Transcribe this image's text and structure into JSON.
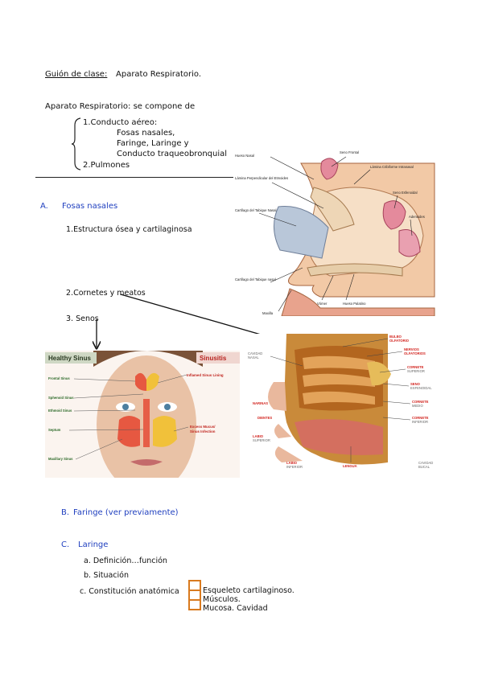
{
  "header": {
    "title_label": "Guión de clase:",
    "title_text": "Aparato Respiratorio."
  },
  "intro": {
    "lead": "Aparato Respiratorio: se compone de",
    "item1": "1.Conducto aéreo:",
    "sub1": "Fosas nasales,",
    "sub2": "Faringe, Laringe y",
    "sub3": "Conducto traqueobronquial",
    "item2": "2.Pulmones"
  },
  "sectionA": {
    "letter": "A.",
    "title": "Fosas nasales",
    "point1": "1.Estructura ósea y cartilaginosa",
    "point2": "2.Cornetes y meatos",
    "point3": "3. Senos"
  },
  "figure_nasal_septum": {
    "labels": [
      "Hueso Nasal",
      "Seno Frontal",
      "Lámina Cribiforme Intranasal",
      "Lámina Perpendicular del Etmoides",
      "Seno Esfenoidal",
      "Cartílago del Tabique Nasal",
      "Adenoides",
      "Cartílago del Tabique nasal",
      "Vómer",
      "Hueso Palatino",
      "Maxilla"
    ]
  },
  "figure_sinus": {
    "left_title": "Healthy Sinus",
    "right_title": "Sinusitis",
    "left_labels": [
      "Frontal Sinus",
      "Sphenoid Sinus",
      "Ethmoid Sinus",
      "Septum",
      "Maxillary Sinus"
    ],
    "right_labels": [
      "Inflamed Sinus Lining",
      "Excess Mucus/",
      "Sinus Infection"
    ]
  },
  "figure_cavity": {
    "labels": [
      "BULBO",
      "OLFATORIO",
      "NERVIOS",
      "OLFATORIOS",
      "CORNETE",
      "SUPERIOR",
      "SENO",
      "ESFENOIDAL",
      "CORNETE",
      "MEDIO",
      "CORNETE",
      "INFERIOR",
      "CAVIDAD",
      "NASAL",
      "NARINAS",
      "DIENTES",
      "LABIO",
      "SUPERIOR",
      "LABIO",
      "INFERIOR",
      "LENGUA",
      "CAVIDAD",
      "BUCAL"
    ]
  },
  "sectionB": {
    "letter": "B.",
    "title": "Faringe (ver previamente)"
  },
  "sectionC": {
    "letter": "C.",
    "title": "Laringe",
    "a": "a. Definición…función",
    "b": "b. Situación",
    "c": "c. Constitución anatómica",
    "list": [
      "Esqueleto cartilaginoso.",
      "Músculos.",
      "Mucosa. Cavidad"
    ]
  },
  "colors": {
    "accent_blue": "#1f3fbf",
    "bracket_orange": "#d97a1e"
  }
}
